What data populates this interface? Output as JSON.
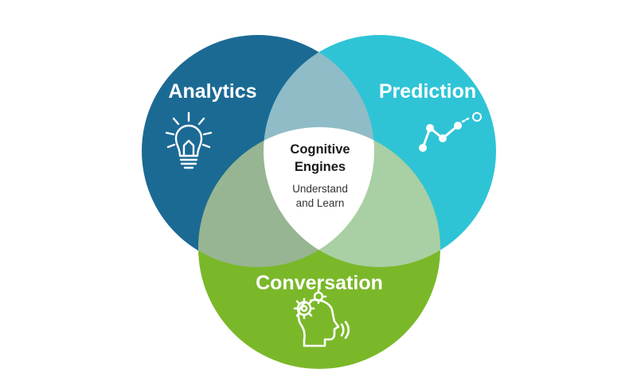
{
  "diagram": {
    "sets": {
      "analytics": {
        "label": "Analytics",
        "color": "#1b6a94",
        "icon": "lightbulb-icon"
      },
      "prediction": {
        "label": "Prediction",
        "color": "#2ec4d6",
        "icon": "line-chart-icon"
      },
      "conversation": {
        "label": "Conversation",
        "color": "#7ab829",
        "icon": "head-gears-icon"
      }
    },
    "overlaps": {
      "analytics_prediction": "#8fbcc7",
      "analytics_conversation": "#97b592",
      "prediction_conversation": "#a9cfa4"
    },
    "center": {
      "title_line1": "Cognitive",
      "title_line2": "Engines",
      "subtitle_line1": "Understand",
      "subtitle_line2": "and Learn",
      "color": "#ffffff"
    }
  }
}
